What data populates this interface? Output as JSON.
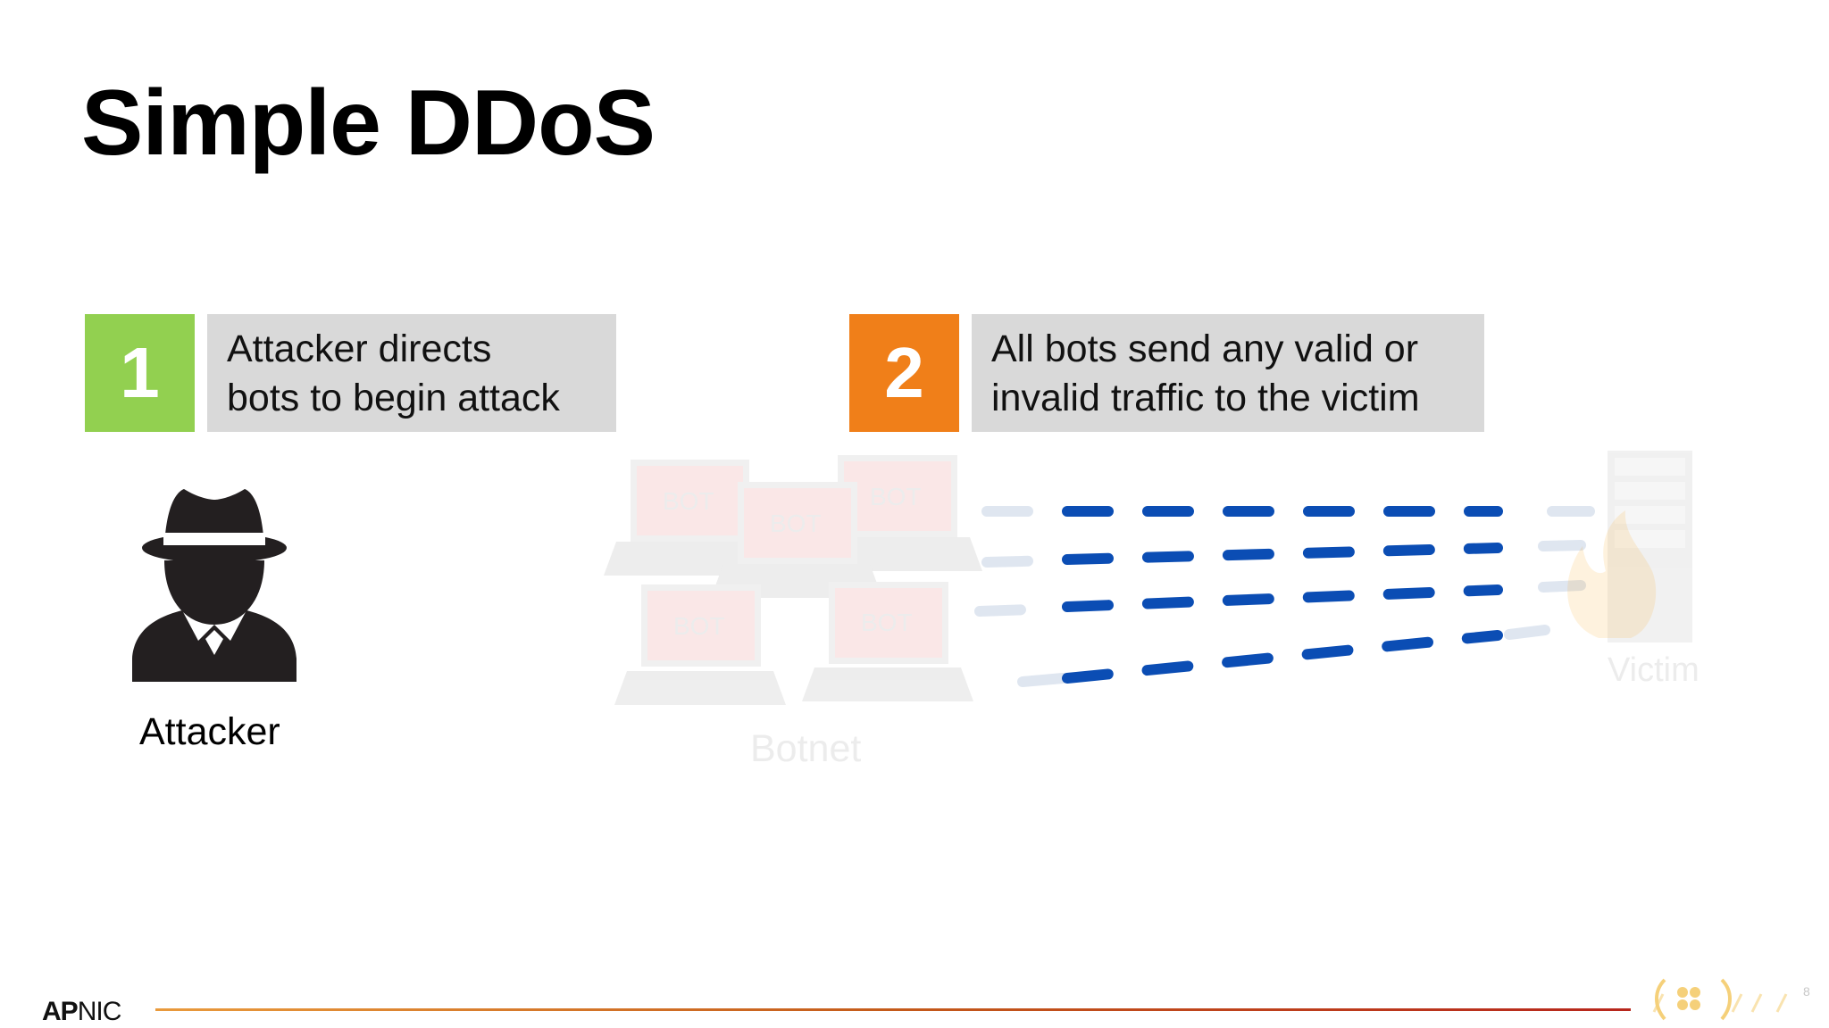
{
  "slide": {
    "title": "Simple DDoS",
    "steps": [
      {
        "number": "1",
        "color": "#92d050",
        "lines": [
          "Attacker directs",
          "bots to begin attack"
        ]
      },
      {
        "number": "2",
        "color": "#f07f19",
        "lines": [
          "All bots send any valid or",
          "invalid traffic to the victim"
        ]
      }
    ]
  },
  "diagram": {
    "attacker_label": "Attacker",
    "botnet_label": "Botnet",
    "victim_label": "Victim",
    "bot_text": "BOT",
    "traffic_color": "#0b4db4",
    "icons": [
      "spy-icon",
      "laptop-icon",
      "server-icon",
      "fire-icon"
    ]
  },
  "footer": {
    "logo_bold": "AP",
    "logo_rest": "NIC",
    "page_number": "8"
  }
}
